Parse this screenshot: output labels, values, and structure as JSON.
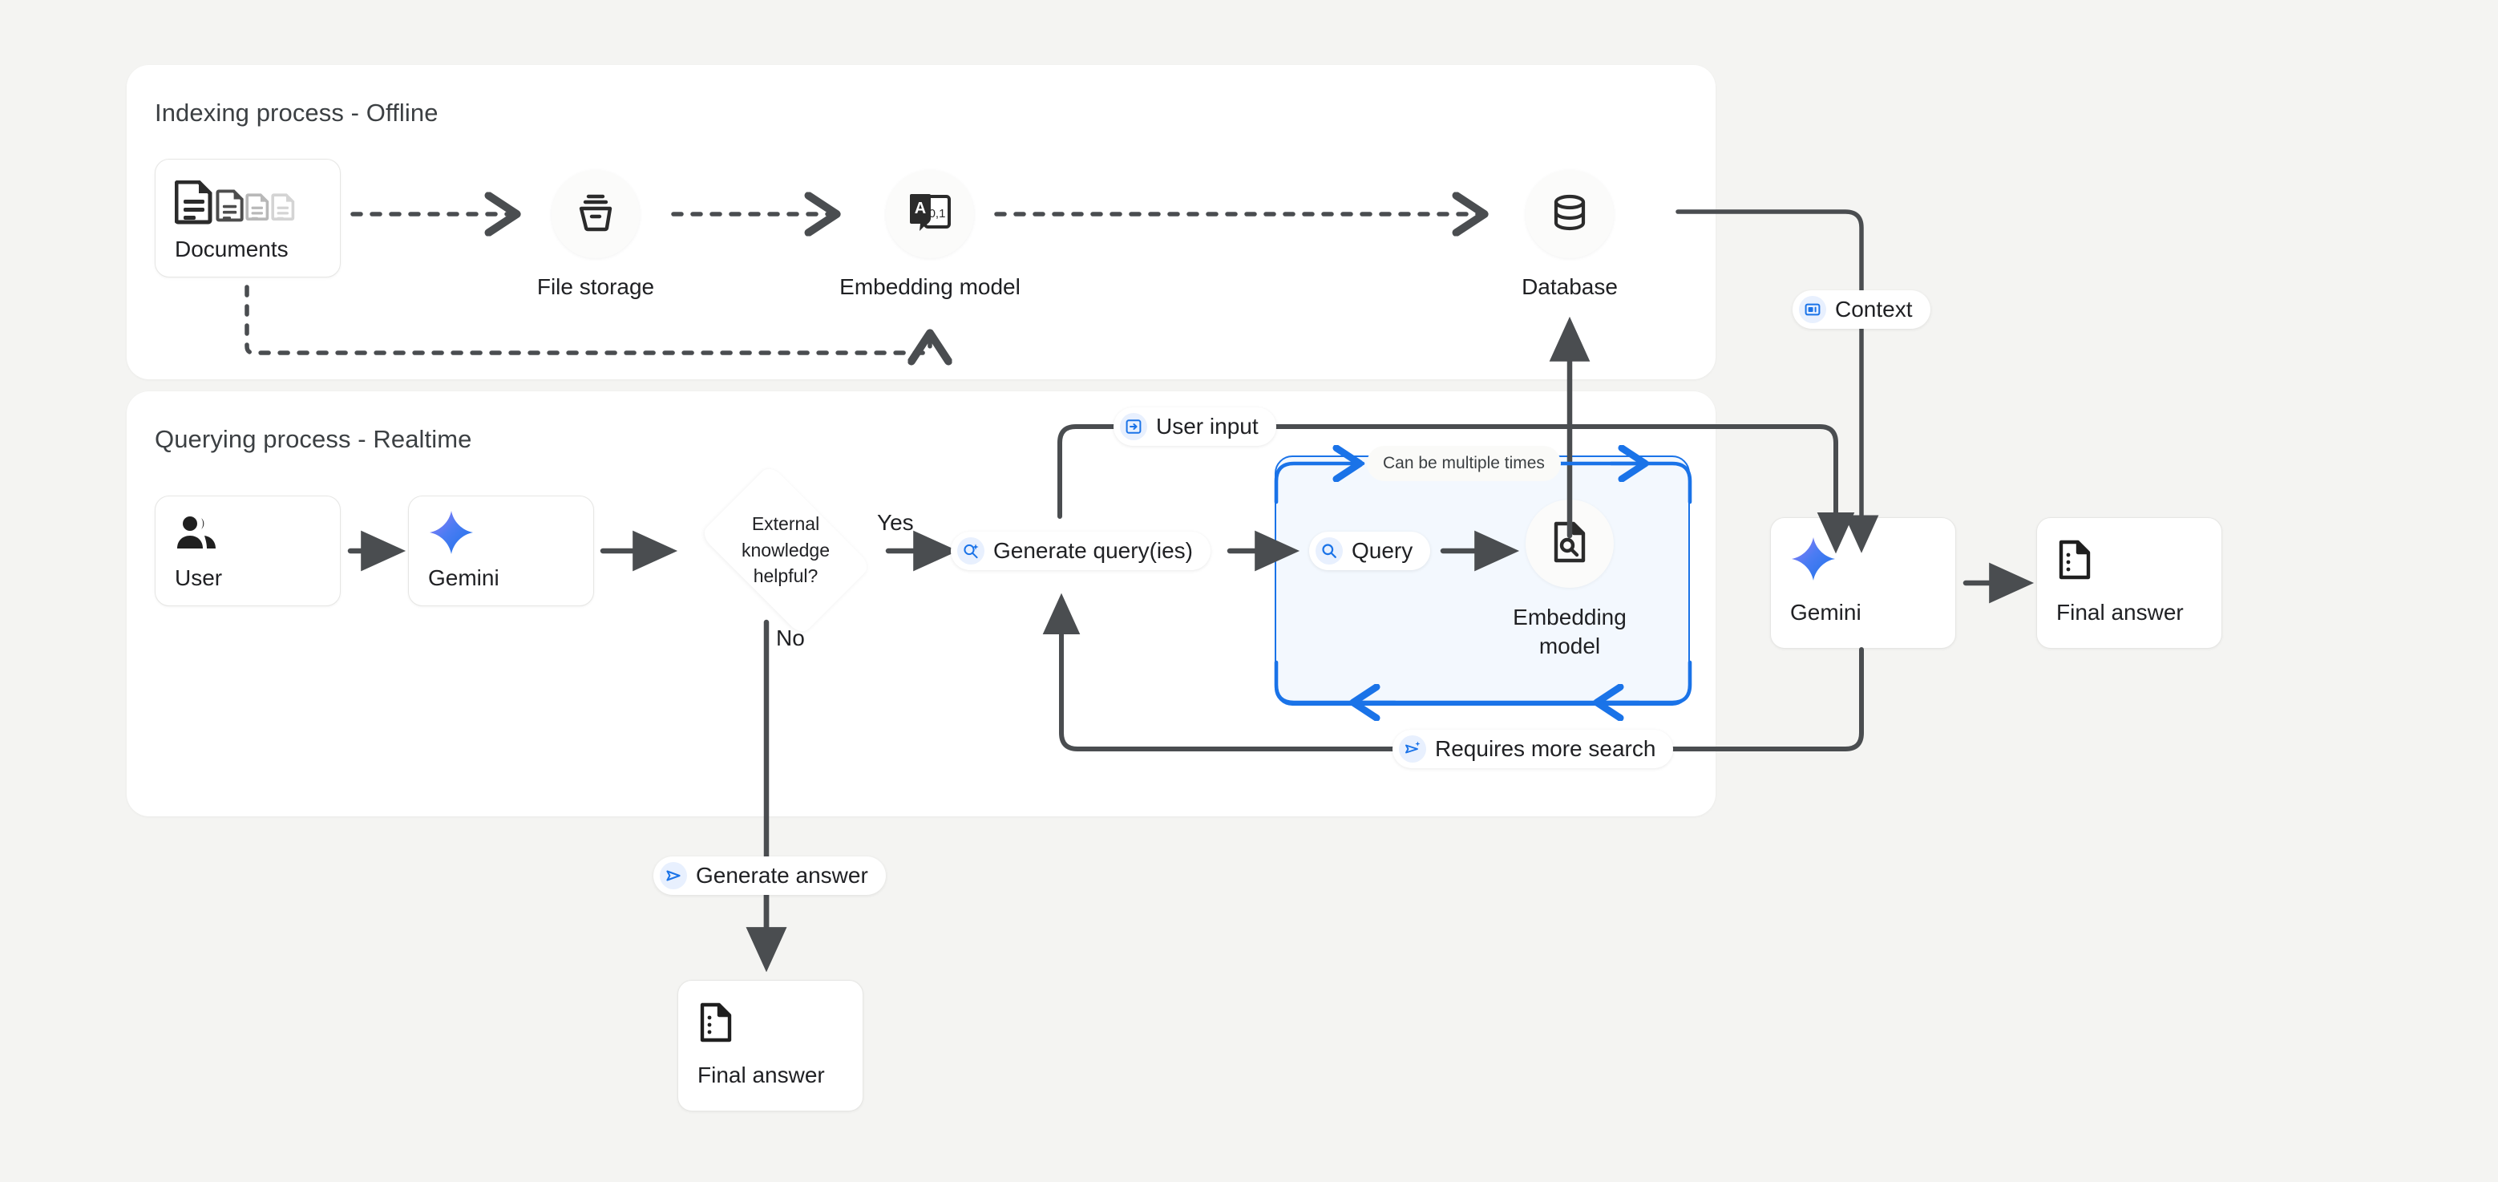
{
  "theme": {
    "background": "#f4f4f2",
    "panel_bg": "#ffffff",
    "line_color": "#4a4d50",
    "accent_blue": "#1a73e8",
    "loop_fill": "#f3f8fe",
    "text_primary": "#202124",
    "text_secondary": "#3c4043",
    "gemini_gradient_from": "#8a6ff0",
    "gemini_gradient_to": "#1b72e8"
  },
  "panels": {
    "indexing": {
      "title": "Indexing process - Offline"
    },
    "querying": {
      "title": "Querying process - Realtime"
    }
  },
  "indexing": {
    "documents": {
      "label": "Documents",
      "icon": "documents-icon"
    },
    "file_storage": {
      "label": "File storage",
      "icon": "archive-icon"
    },
    "embedding_model": {
      "label": "Embedding model",
      "icon": "embedding-model-icon",
      "icon_text": "A 0,1"
    },
    "database": {
      "label": "Database",
      "icon": "database-icon"
    }
  },
  "querying": {
    "user": {
      "label": "User",
      "icon": "user-group-icon"
    },
    "gemini_left": {
      "label": "Gemini",
      "icon": "gemini-sparkle-icon"
    },
    "decision": {
      "label": "External knowledge helpful?",
      "line1": "External",
      "line2": "knowledge",
      "line3": "helpful?"
    },
    "yes_label": "Yes",
    "no_label": "No",
    "generate_queries": {
      "label": "Generate query(ies)",
      "icon": "search-sparkle-icon"
    },
    "loop_note": {
      "label": "Can be multiple times"
    },
    "query": {
      "label": "Query",
      "icon": "search-icon"
    },
    "embedding_model_loop": {
      "label": "Embedding model",
      "line1": "Embedding",
      "line2": "model",
      "icon": "document-search-icon"
    },
    "requires_more_search": {
      "label": "Requires more search",
      "icon": "send-sparkle-icon"
    },
    "user_input": {
      "label": "User input",
      "icon": "input-arrow-icon"
    },
    "context": {
      "label": "Context",
      "icon": "context-panel-icon"
    },
    "gemini_right": {
      "label": "Gemini",
      "icon": "gemini-sparkle-icon"
    },
    "final_answer_right": {
      "label": "Final answer",
      "icon": "answer-doc-icon"
    },
    "generate_answer": {
      "label": "Generate answer",
      "icon": "send-icon"
    },
    "final_answer_bottom": {
      "label": "Final answer",
      "icon": "answer-doc-icon"
    }
  }
}
